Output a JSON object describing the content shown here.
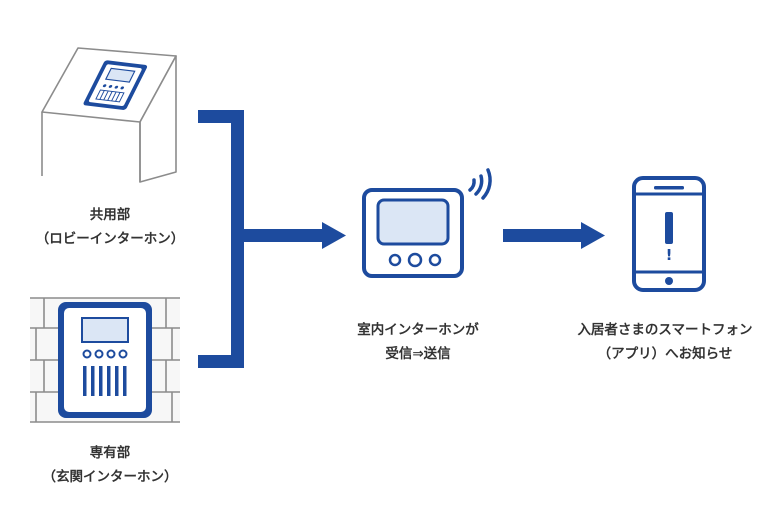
{
  "colors": {
    "brand_blue": "#1d4b9e",
    "screen_fill": "#dbe6f5",
    "line_gray": "#8c8c8c",
    "wall_fill": "#f7f7f7",
    "text": "#333333"
  },
  "nodes": {
    "lobby": {
      "line1": "共用部",
      "line2": "（ロビーインターホン）",
      "icon": "lobby-intercom-icon"
    },
    "front": {
      "line1": "専有部",
      "line2": "（玄関インターホン）",
      "icon": "door-intercom-icon"
    },
    "indoor": {
      "line1": "室内インターホンが",
      "line2": "受信⇒送信",
      "icon": "indoor-monitor-icon"
    },
    "phone": {
      "line1": "入居者さまのスマートフォン",
      "line2": "（アプリ）へお知らせ",
      "icon": "smartphone-icon"
    }
  },
  "badges": {
    "phone_alert": "!"
  }
}
